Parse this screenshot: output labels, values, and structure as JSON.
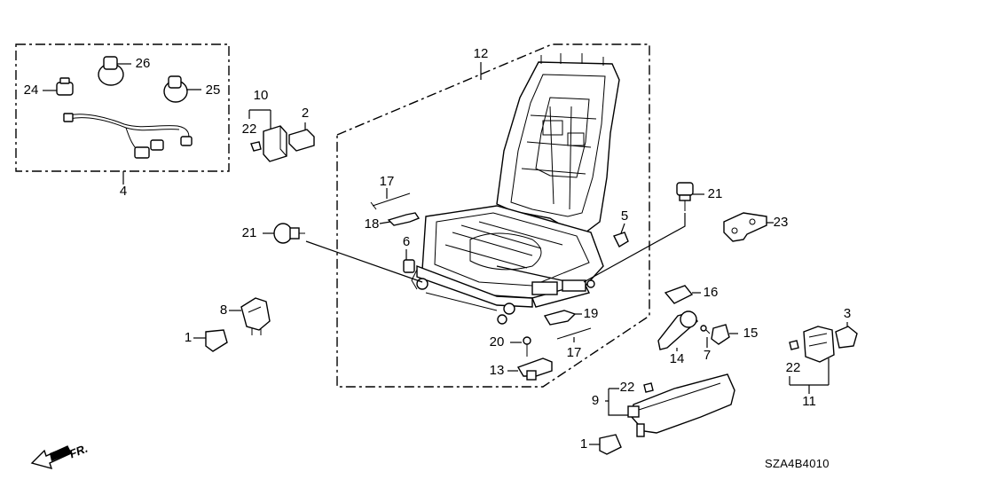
{
  "diagram": {
    "code": "SZA4B4010",
    "front_arrow": "FR.",
    "labels": [
      "24",
      "26",
      "25",
      "10",
      "22",
      "2",
      "4",
      "12",
      "17",
      "18",
      "21",
      "6",
      "5",
      "21",
      "23",
      "8",
      "1",
      "16",
      "19",
      "20",
      "17",
      "13",
      "14",
      "7",
      "15",
      "3",
      "22",
      "11",
      "22",
      "9",
      "1"
    ]
  }
}
